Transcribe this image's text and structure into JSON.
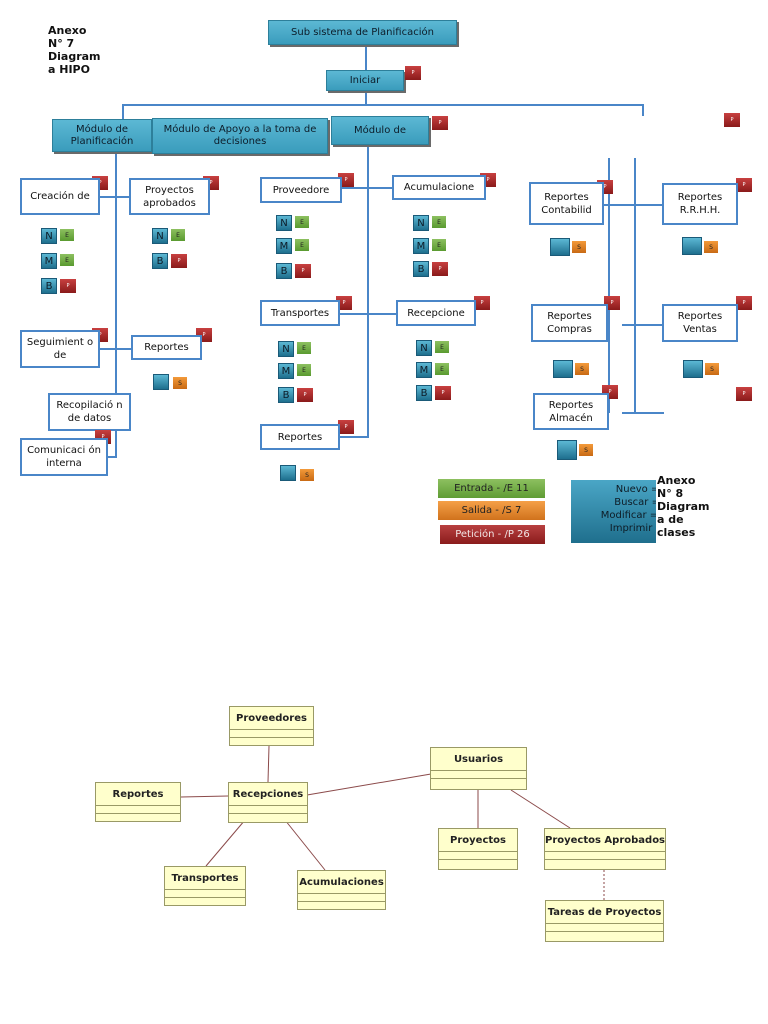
{
  "hipo": {
    "title": [
      "Anexo",
      "N° 7",
      "Diagram",
      "a HIPO"
    ],
    "root": "Sub sistema de Planificación",
    "iniciar": "Iniciar",
    "module_planificacion": "Módulo de Planificación",
    "module_apoyo": "Módulo de Apoyo a la toma de decisiones",
    "module_de": "Módulo de",
    "left_items": {
      "creacion": "Creación de",
      "proyectos_aprobados": "Proyectos aprobados",
      "seguimiento": "Seguimient o de",
      "reportes": "Reportes",
      "recopilacion": "Recopilació n de datos",
      "comunicacion": "Comunicaci ón interna"
    },
    "mid_items": {
      "proveedores": "Proveedore",
      "acumulaciones": "Acumulacione",
      "transportes": "Transportes",
      "recepciones": "Recepcione",
      "reportes": "Reportes"
    },
    "right_items": {
      "contabilidad": "Reportes Contabilid",
      "rrhh": "Reportes R.R.H.H.",
      "compras": "Reportes Compras",
      "ventas": "Reportes Ventas",
      "almacen": "Reportes Almacén"
    },
    "tags": {
      "p": "P",
      "s": "S",
      "e": "E"
    },
    "letters": {
      "n": "N",
      "m": "M",
      "b": "B"
    },
    "legend": {
      "entrada": "Entrada - /E  11",
      "salida": "Salida - /S    7",
      "peticion": "Petición - /P  26",
      "nuevo": "Nuevo = N",
      "buscar": "Buscar = B",
      "modificar": "Modificar = M",
      "imprimir": "Imprimir = I"
    },
    "colors": {
      "teal": "#3a9cbc",
      "line": "#4a86c8",
      "entrada": "#7ab050",
      "salida": "#e5862a",
      "peticion": "#a52a2a"
    }
  },
  "classes": {
    "title": [
      "Anexo",
      "N° 8",
      "Diagram",
      "a de",
      "clases"
    ],
    "items": {
      "proveedores": "Proveedores",
      "usuarios": "Usuarios",
      "reportes": "Reportes",
      "recepciones": "Recepciones",
      "proyectos": "Proyectos",
      "proyectos_aprobados": "Proyectos Aprobados",
      "transportes": "Transportes",
      "acumulaciones": "Acumulaciones",
      "tareas": "Tareas de Proyectos"
    },
    "colors": {
      "box": "#ffffcc",
      "line": "#8b4a4a"
    }
  }
}
